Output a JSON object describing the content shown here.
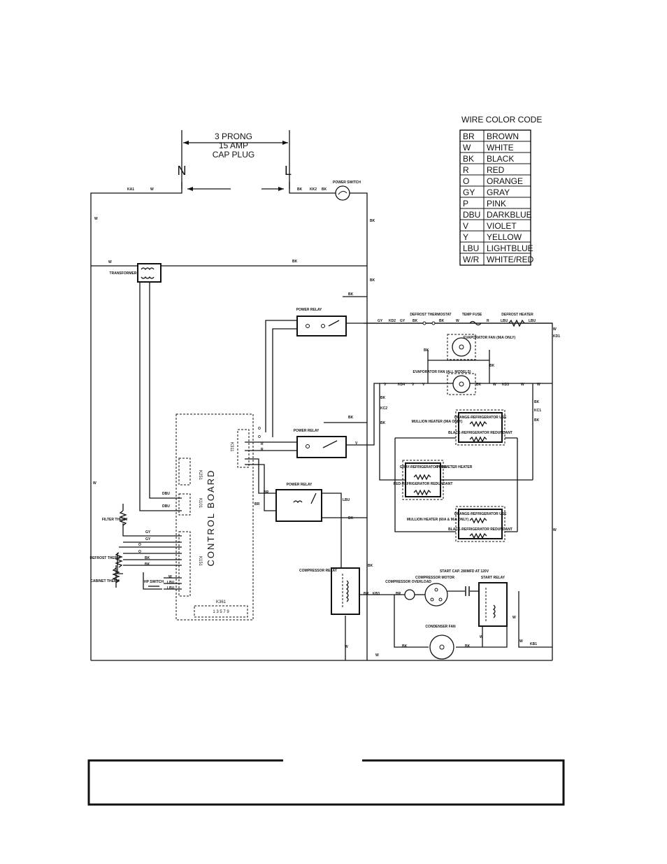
{
  "plug": {
    "line1": "3 PRONG",
    "line2": "15 AMP",
    "line3": "CAP PLUG",
    "neutral": "N",
    "line": "L"
  },
  "legend": {
    "title": "WIRE COLOR CODE",
    "rows": [
      {
        "code": "BR",
        "name": "BROWN"
      },
      {
        "code": "W",
        "name": "WHITE"
      },
      {
        "code": "BK",
        "name": "BLACK"
      },
      {
        "code": "R",
        "name": "RED"
      },
      {
        "code": "O",
        "name": "ORANGE"
      },
      {
        "code": "GY",
        "name": "GRAY"
      },
      {
        "code": "P",
        "name": "PINK"
      },
      {
        "code": "DBU",
        "name": "DARKBLUE"
      },
      {
        "code": "V",
        "name": "VIOLET"
      },
      {
        "code": "Y",
        "name": "YELLOW"
      },
      {
        "code": "LBU",
        "name": "LIGHTBLUE"
      },
      {
        "code": "W/R",
        "name": "WHITE/RED"
      }
    ]
  },
  "components": {
    "power_switch": "POWER SWITCH",
    "transformer": "TRANSFORMER",
    "power_relay_1": "POWER RELAY",
    "power_relay_2": "POWER RELAY",
    "power_relay_3": "POWER RELAY",
    "defrost_thermostat": "DEFROST THERMOSTAT",
    "temp_fuse": "TEMP FUSE",
    "defrost_heater": "DEFROST HEATER",
    "evap_fan_96": "EVAPORATOR FAN (96A ONLY)",
    "evap_fan_all": "EVAPORATOR FAN (ALL MODELS)",
    "mullion_heater_1": "MULLION HEATER (96A ONLY)",
    "mullion_heater_2": "MULLION HEATER (60A & 96A ONLY)",
    "perimeter_heater": "PERIMETER HEATER",
    "orange_ref_use": "ORANGE-REFRIGERATOR USE",
    "black_ref_redundant": "BLACK-REFRIGERATOR REDUNDANT",
    "gray_ref_use": "GRAY-REFRIGERATOR USE",
    "red_ref_redundant": "RED-REFRIGERATOR REDUNDANT",
    "compressor_relay": "COMPRESSOR RELAY",
    "compressor_overload": "COMPRESSOR OVERLOAD",
    "compressor_motor": "COMPRESSOR MOTOR",
    "start_cap": "START CAP. 280MFD AT 120V",
    "start_relay": "START RELAY",
    "condenser_fan": "CONDENSER FAN",
    "control_board": "CONTROL BOARD",
    "filter_therm": "FILTER THERM",
    "defrost_therm": "DEFROST THERM",
    "cabinet_therm": "CABINET THERM",
    "hp_switch": "HP SWITCH"
  },
  "connectors": {
    "k251": "K251",
    "k101": "K101",
    "k151": "K151",
    "k311": "K311",
    "k361": "K361",
    "k361_pins": "1 3 5 7 9"
  },
  "wire_labels": {
    "ka1": "KA1",
    "w": "W",
    "bk": "BK",
    "kk2": "KK2",
    "gy": "GY",
    "kd2": "KD2",
    "r": "R",
    "lbu": "LBU",
    "kd1": "KD1",
    "v": "V",
    "kd4": "KD4",
    "kd3": "KD3",
    "kc2": "KC2",
    "kc1": "KC1",
    "o": "O",
    "br": "BR",
    "dbu": "DBU",
    "kb3": "KB3",
    "kb1": "KB1"
  },
  "note_box": {
    "text": ""
  }
}
